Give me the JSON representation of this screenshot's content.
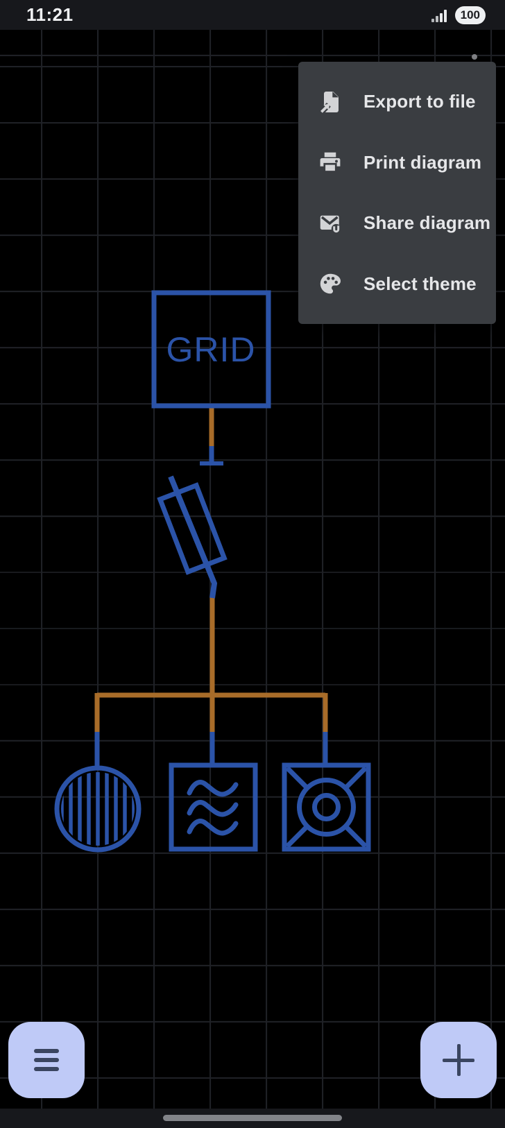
{
  "status_bar": {
    "time": "11:21",
    "battery": "100",
    "signal_icon": "cellular-signal-icon"
  },
  "menu": {
    "items": [
      {
        "icon": "export-file-icon",
        "label": "Export to file"
      },
      {
        "icon": "printer-icon",
        "label": "Print diagram"
      },
      {
        "icon": "share-mail-icon",
        "label": "Share diagram"
      },
      {
        "icon": "palette-icon",
        "label": "Select theme"
      }
    ]
  },
  "diagram": {
    "grid_label": "GRID",
    "symbols": [
      "grid-source-box",
      "fuse-switch-disconnector",
      "striped-circle-load",
      "wave-filter-box",
      "fan-box"
    ],
    "colors": {
      "symbol_blue": "#2b53a8",
      "wire_orange": "#a86c29",
      "canvas_bg": "#000000",
      "grid_line": "#1f2126"
    }
  },
  "controls": {
    "menu_fab_icon": "hamburger-icon",
    "add_fab_icon": "plus-icon"
  },
  "theme": {
    "menu_bg": "#3a3d41",
    "menu_text": "#e6e7e9",
    "fab_bg": "#bfcaf7",
    "fab_icon": "#3a4560",
    "status_bg": "#17181c"
  }
}
